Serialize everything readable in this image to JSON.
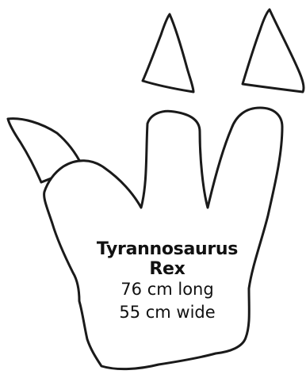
{
  "footprint": {
    "species_line_1": "Tyrannosaurus",
    "species_line_2": "Rex",
    "length": "76 cm long",
    "width": "55 cm wide"
  },
  "colors": {
    "outline": "#1a1a1a",
    "background": "#ffffff",
    "text": "#111111"
  }
}
